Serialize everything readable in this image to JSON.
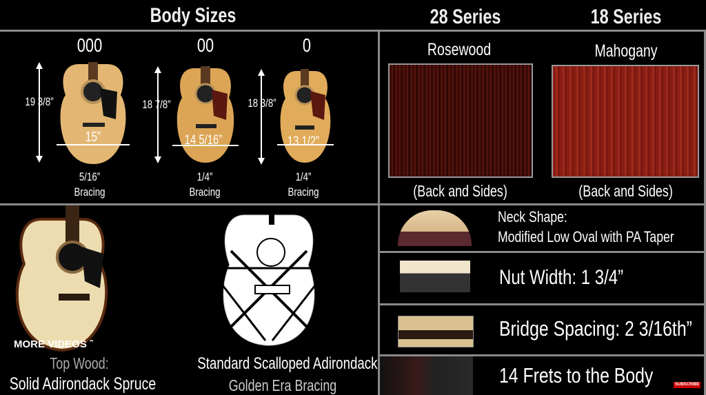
{
  "header": {
    "body_sizes": "Body Sizes",
    "series_28": "28 Series",
    "series_18": "18 Series"
  },
  "sizes": [
    {
      "name": "000",
      "height": "19 3/8”",
      "width": "15”",
      "bracing_size": "5/16”",
      "bracing": "Bracing"
    },
    {
      "name": "00",
      "height": "18 7/8”",
      "width": "14 5/16”",
      "bracing_size": "1/4”",
      "bracing": "Bracing"
    },
    {
      "name": "0",
      "height": "18 3/8”",
      "width": "13 1/2”",
      "bracing_size": "1/4”",
      "bracing": "Bracing"
    }
  ],
  "woods": [
    {
      "name": "Rosewood",
      "note": "(Back and Sides)",
      "color": "#4a0d08"
    },
    {
      "name": "Mahogany",
      "note": "(Back and Sides)",
      "color": "#8a1e14"
    }
  ],
  "top_wood": {
    "label": "Top Wood:",
    "value": "Solid Adirondack Spruce"
  },
  "bracing": {
    "line1": "Standard Scalloped Adirondack",
    "line2": "Golden Era Bracing"
  },
  "specs": [
    {
      "line1": "Neck Shape:",
      "line2": "Modified Low Oval with PA Taper"
    },
    {
      "line1": "Nut Width: 1 3/4”"
    },
    {
      "line1": "Bridge Spacing: 2 3/16th”"
    },
    {
      "line1": "14 Frets to the Body"
    }
  ],
  "overlay": {
    "more_videos": "MORE VIDEOS",
    "subscribe": "SUBSCRIBE"
  }
}
